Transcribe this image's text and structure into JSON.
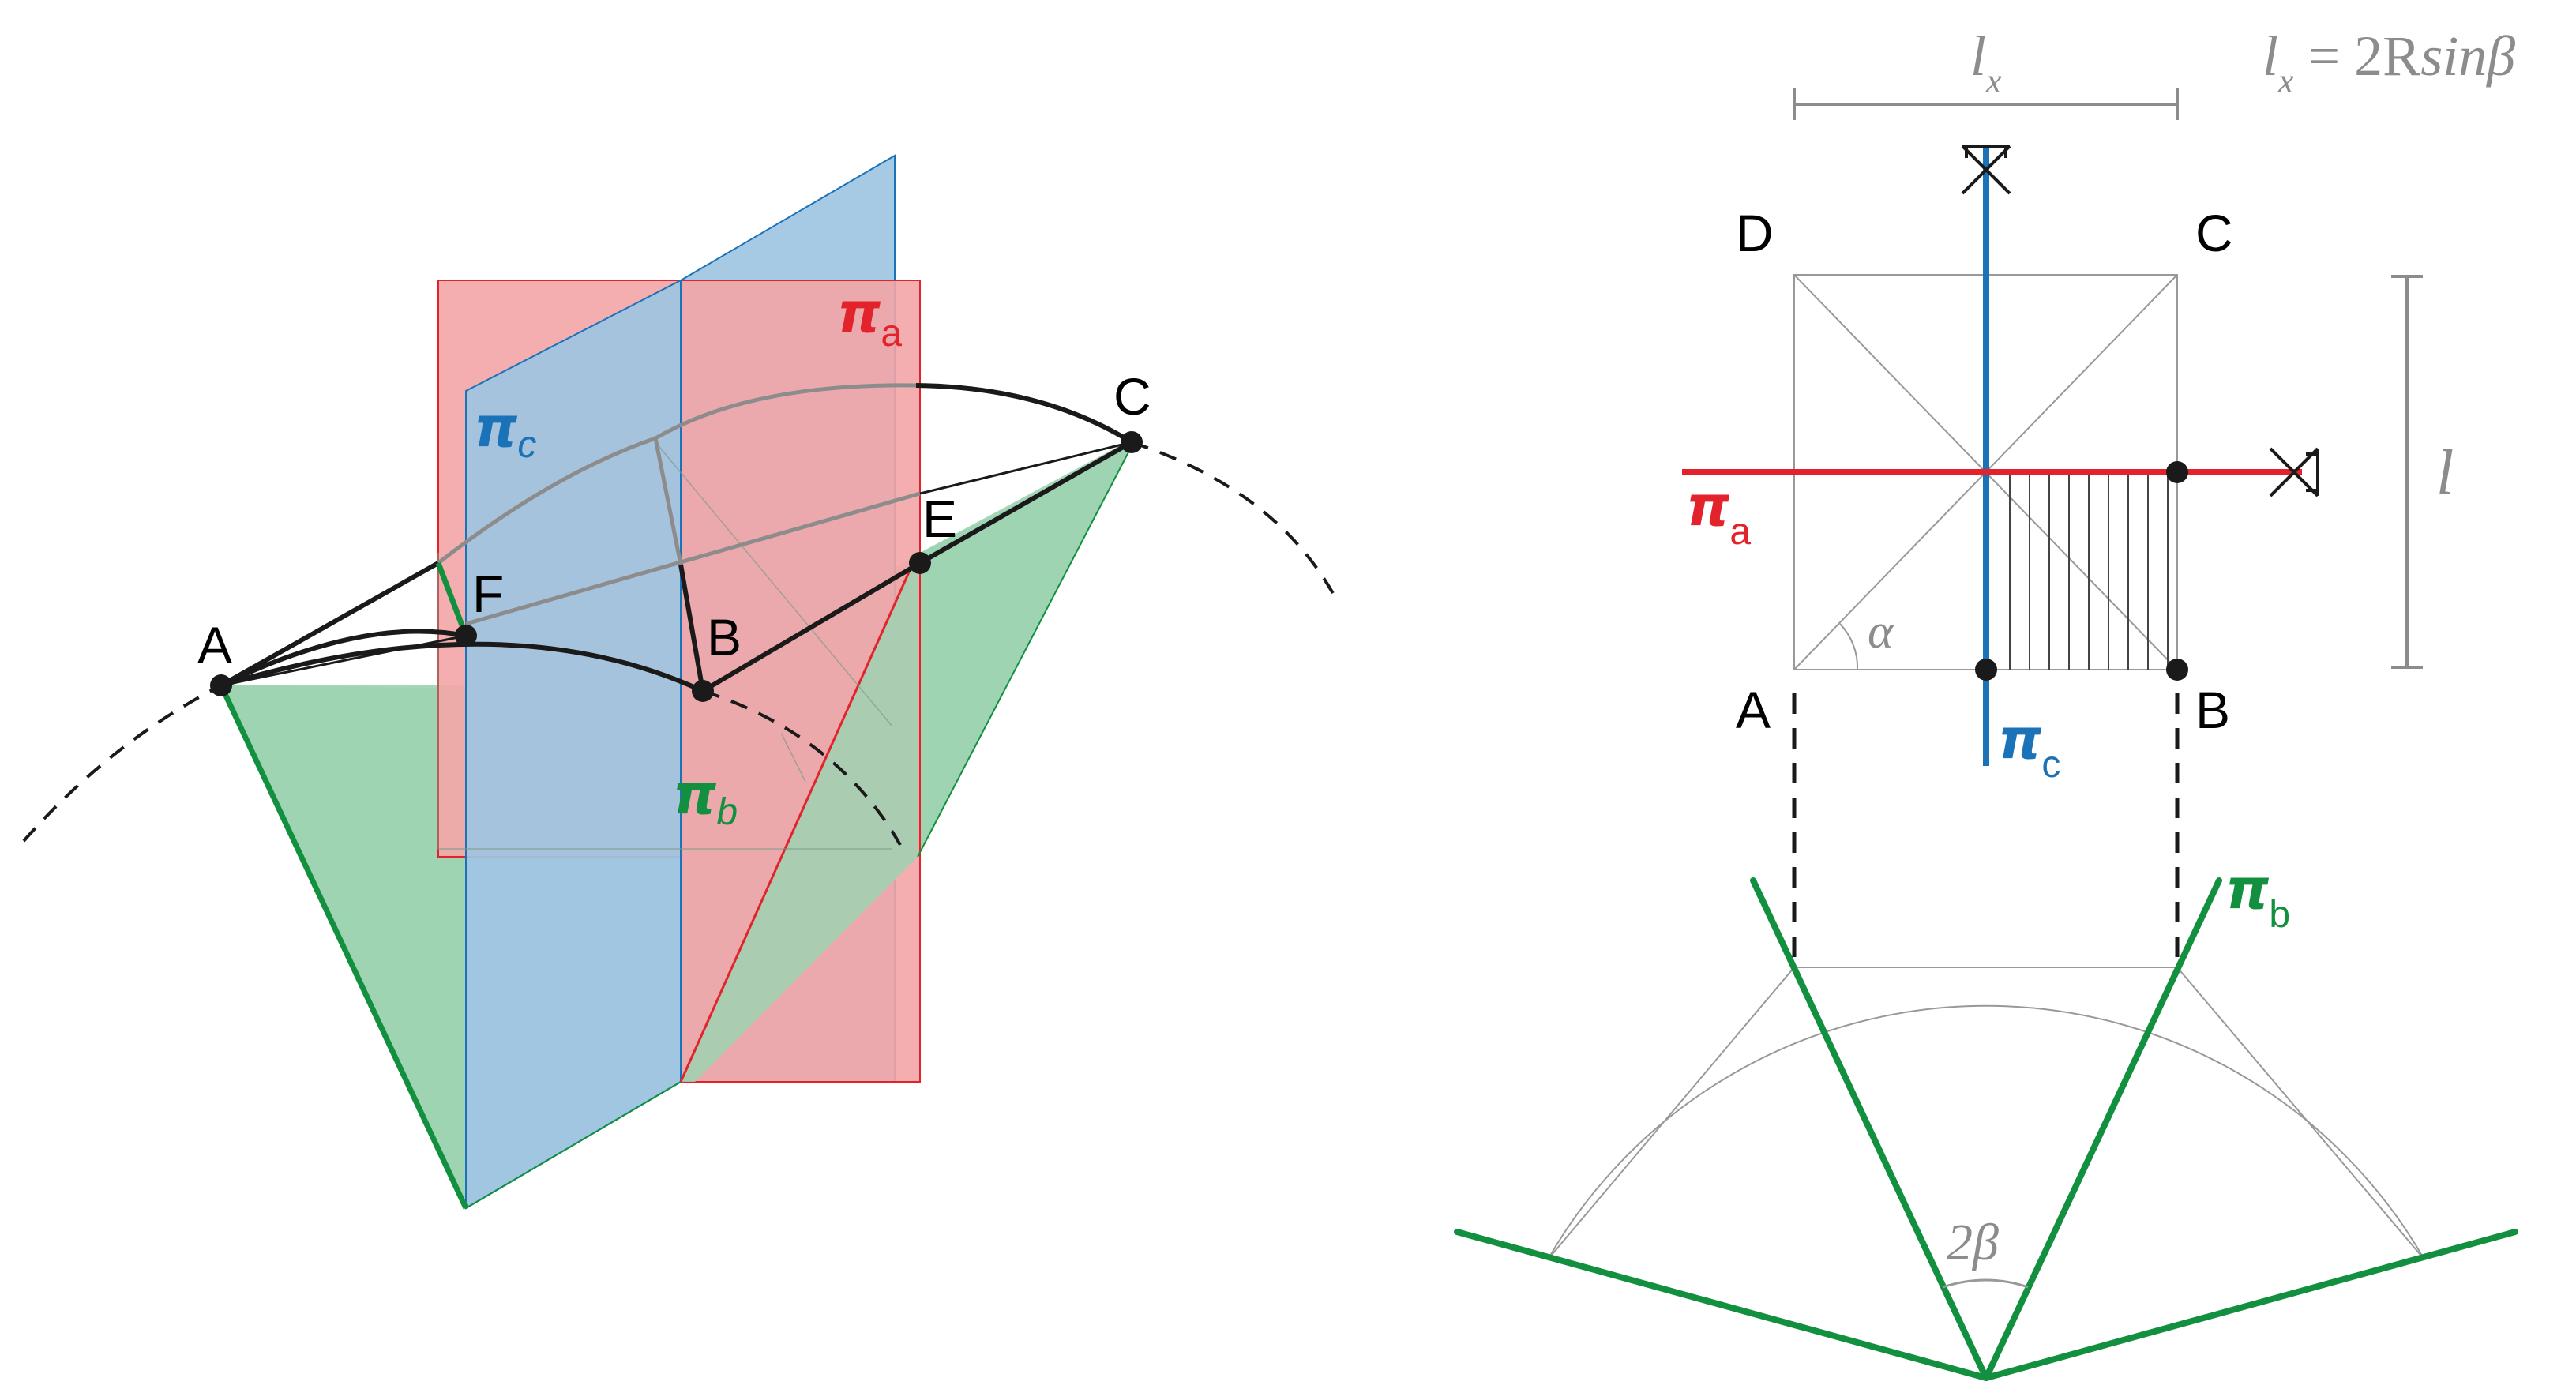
{
  "left": {
    "points": {
      "A": "A",
      "B": "B",
      "C": "C",
      "E": "E",
      "F": "F"
    },
    "planes": {
      "a": {
        "symbol": "π",
        "sub": "a"
      },
      "b": {
        "symbol": "π",
        "sub": "b"
      },
      "c": {
        "symbol": "π",
        "sub": "c"
      }
    }
  },
  "right": {
    "corners": {
      "A": "A",
      "B": "B",
      "C": "C",
      "D": "D"
    },
    "planes": {
      "a": {
        "symbol": "π",
        "sub": "a"
      },
      "b": {
        "symbol": "π",
        "sub": "b"
      },
      "c": {
        "symbol": "π",
        "sub": "c"
      }
    },
    "dims": {
      "lx": {
        "base": "l",
        "sub": "x"
      },
      "l": "l",
      "alpha": "α",
      "two_beta": "2β"
    },
    "formula": {
      "lhs_base": "l",
      "lhs_sub": "x",
      "rhs": " = 2R",
      "rhs_ital": "sinβ"
    }
  },
  "colors": {
    "plane_a_fill": "#f4a5a6",
    "plane_a_stroke": "#e3232b",
    "plane_b_fill": "#9fd4b3",
    "plane_b_stroke": "#13903f",
    "plane_c_fill": "#9fc6e2",
    "plane_c_stroke": "#1a73b8",
    "ink": "#1a1a1a",
    "gray": "#8c8c8c"
  }
}
